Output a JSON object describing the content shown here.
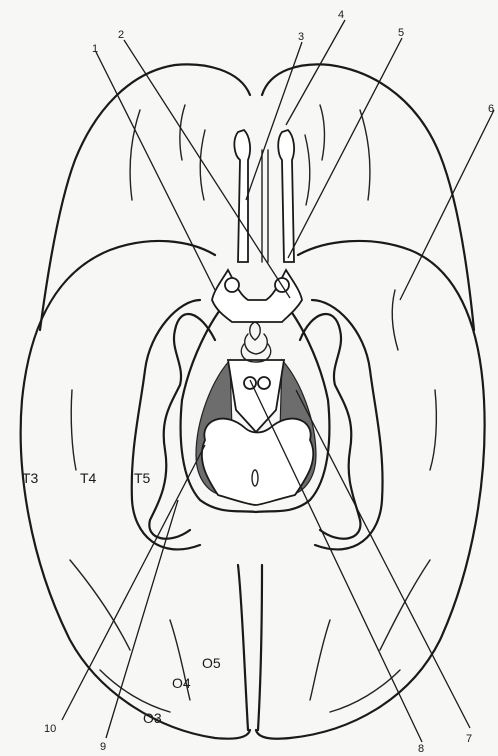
{
  "labels": {
    "n1": "1",
    "n2": "2",
    "n3": "3",
    "n4": "4",
    "n5": "5",
    "n6": "6",
    "n7": "7",
    "n8": "8",
    "n9": "9",
    "n10": "10",
    "t3": "T3",
    "t4": "T4",
    "t5": "T5",
    "o3": "O3",
    "o4": "O4",
    "o5": "O5"
  }
}
